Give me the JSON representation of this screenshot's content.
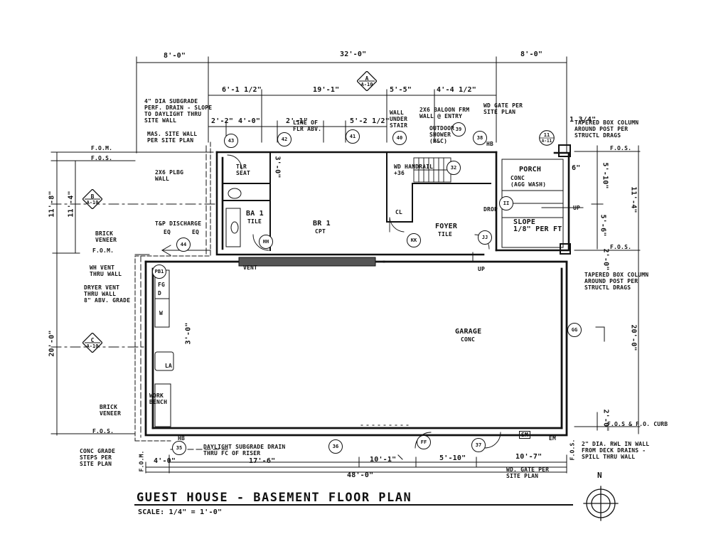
{
  "title": "GUEST HOUSE - BASEMENT FLOOR PLAN",
  "scale": "SCALE: 1/4\" = 1'-0\"",
  "north": "N",
  "dimensions": {
    "top_left": "8'-0\"",
    "top_center": "32'-0\"",
    "top_right": "8'-0\"",
    "seg_a": "6'-1 1/2\"",
    "seg_b": "19'-1\"",
    "seg_c": "5'-5\"",
    "seg_d": "4'-4 1/2\"",
    "seg_e": "2'-2\"",
    "seg_f": "4'-0\"",
    "seg_g": "2'-1\"",
    "seg_h": "5'-2 1/2\"",
    "right_top": "1 3/4\"",
    "left_11_8": "11'-8\"",
    "left_11_4": "11'-4\"",
    "left_20": "20'-0\"",
    "right_11_4": "11'-4\"",
    "right_20": "20'-0\"",
    "right_5_10": "5'-10\"",
    "right_5_6": "5'-6\"",
    "right_2_0": "2'-0\"",
    "right_2_0b": "2'-0\"",
    "right_6": "6\"",
    "bot_4_0": "4'-0\"",
    "bot_17_6": "17'-6\"",
    "bot_10_1": "10'-1\"",
    "bot_5_10": "5'-10\"",
    "bot_10_7": "10'-7\"",
    "bot_48": "48'-0\"",
    "wall_3_0": "3'-0\"",
    "wall_3_0b": "3'-0\"",
    "eq1": "EQ",
    "eq2": "EQ"
  },
  "rooms": {
    "br1": "BR 1",
    "br1_finish": "CPT",
    "ba1": "BA 1",
    "ba1_finish": "TILE",
    "foyer": "FOYER",
    "foyer_finish": "TILE",
    "garage": "GARAGE",
    "garage_finish": "CONC",
    "porch": "PORCH",
    "porch_finish": "CONC\n(AGG WASH)",
    "slope": "SLOPE\n1/8\" PER FT"
  },
  "notes": {
    "drain": "4\" DIA SUBGRADE\nPERF. DRAIN - SLOPE\nTO DAYLIGHT THRU\nSITE WALL",
    "mas_wall": "MAS. SITE WALL\nPER SITE PLAN",
    "plbg_wall": "2X6 PLBG\nWALL",
    "line_flr": "LINE OF\nFLR ABV.",
    "wall_under_stair": "WALL\nUNDER\nSTAIR",
    "baloon": "2X6 BALOON FRM\nWALL @ ENTRY",
    "outdoor_shower": "OUTDOOR\nSHOWER\n(H&C)",
    "wd_gate_top": "WD GATE PER\nSITE PLAN",
    "tapered_top": "TAPERED BOX COLUMN\nAROUND POST PER\nSTRUCTL DRAGS",
    "tapered_mid": "TAPERED BOX COLUMN\nAROUND POST PER\nSTRUCTL DRAGS",
    "tp_discharge": "T&P DISCHARGE",
    "brick_veneer_top": "BRICK\nVENEER",
    "brick_veneer_bot": "BRICK\nVENEER",
    "fom_top": "F.O.M.",
    "fom_mid": "F.O.M.",
    "fom_bot": "F.O.M.",
    "fos_top": "F.O.S.",
    "fos_left": "F.O.S.",
    "fos_right_top": "F.O.S.",
    "fos_right_mid": "F.O.S.",
    "fos_bot": "F.O.S.",
    "fos_curb": "F.O.S & F.O. CURB",
    "wh_vent": "WH VENT\nTHRU WALL",
    "dryer_vent": "DRYER VENT\nTHRU WALL\n8\" ABV. GRADE",
    "tlr_seat": "TLR\nSEAT",
    "wd_handrail": "WD HANDRAIL\n+36",
    "drop": "DROP",
    "up1": "UP",
    "up2": "UP",
    "vent": "VENT",
    "hb_top": "HB",
    "hb_bot": "HB",
    "work_bench": "WORK\nBENCH",
    "la": "LA",
    "d": "D",
    "w": "W",
    "fg": "FG",
    "cl": "CL",
    "daylight_drain": "DAYLIGHT SUBGRADE DRAIN\nTHRU FC OF RISER",
    "conc_steps": "CONC GRADE\nSTEPS PER\nSITE PLAN",
    "wd_gate_bot": "WD. GATE PER\nSITE PLAN",
    "rwl": "2\" DIA. RWL IN WALL\nFROM DECK DRAINS -\nSPILL THRU WALL",
    "em": "EM",
    "sm": "SM"
  },
  "sections": {
    "a": {
      "letter": "A",
      "sheet": "A-10"
    },
    "b": {
      "letter": "B",
      "sheet": "A-10"
    },
    "c": {
      "letter": "C",
      "sheet": "A-10"
    },
    "d11": {
      "letter": "11",
      "sheet": "A-11"
    }
  },
  "tags": {
    "t43": "43",
    "t42": "42",
    "t41": "41",
    "t40": "40",
    "t39": "39",
    "t38": "38",
    "t44": "44",
    "t36": "36",
    "t35": "35",
    "t37": "37",
    "t32": "32",
    "tpb1": "PB1",
    "tkk": "KK",
    "thh": "HH",
    "tii": "II",
    "tjj": "JJ",
    "tgg": "GG",
    "tff": "FF"
  }
}
